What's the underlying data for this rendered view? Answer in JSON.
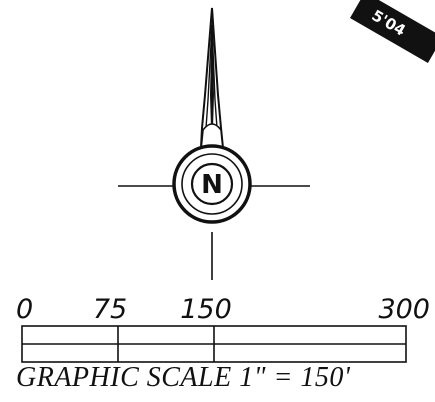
{
  "north_arrow": {
    "symbol": "N"
  },
  "corner_tag": {
    "text": "5'04"
  },
  "scale_bar": {
    "labels": [
      "0",
      "75",
      "150",
      "300"
    ],
    "values": [
      0,
      75,
      150,
      300
    ]
  },
  "caption": "GRAPHIC SCALE 1\" = 150'",
  "colors": {
    "ink": "#111111",
    "paper": "#ffffff"
  }
}
